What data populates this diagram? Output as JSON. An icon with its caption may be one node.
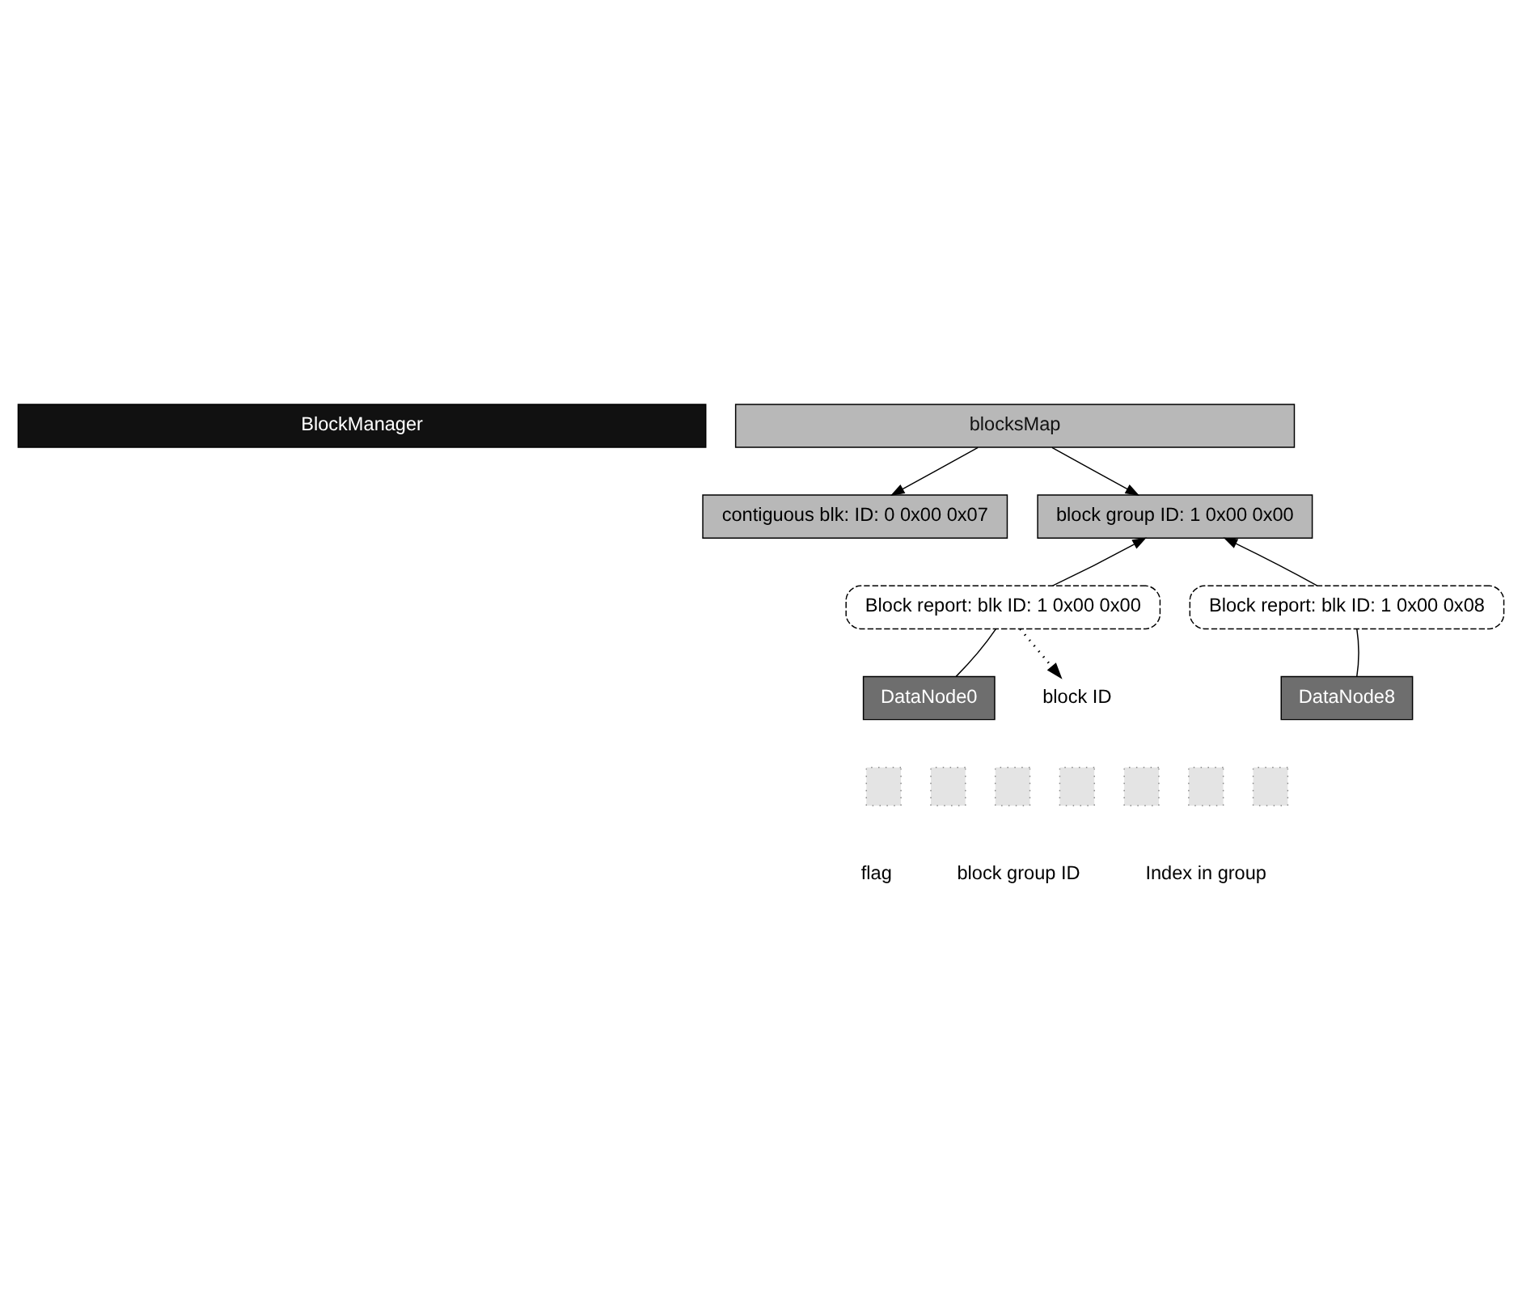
{
  "diagram": {
    "nodes": [
      {
        "text": [
          "BlockManager"
        ]
      },
      {
        "text": [
          "blocksMap"
        ]
      },
      {
        "text": [
          "contiguous blk: ID: 0 0x00 0x07"
        ]
      },
      {
        "text": [
          "block group ID: 1 0x00 0x00"
        ]
      },
      {
        "text": [
          "Block report: blk ID: 1 0x00 0x00"
        ]
      },
      {
        "text": [
          "Block report: blk ID: 1 0x00 0x08"
        ]
      },
      {
        "text": [
          "DataNode0"
        ]
      },
      {
        "text": [
          "DataNode8"
        ]
      },
      {
        "text": [
          "block ID"
        ]
      },
      {
        "text": [],
        "shape": "box"
      },
      {
        "text": [],
        "shape": "box"
      },
      {
        "text": [],
        "shape": "box"
      },
      {
        "text": [],
        "shape": "box"
      },
      {
        "text": [],
        "shape": "box"
      },
      {
        "text": [],
        "shape": "box"
      },
      {
        "text": [],
        "shape": "box"
      }
    ],
    "edges": [
      {
        "from": 1,
        "to": 2,
        "arrow": "to"
      },
      {
        "from": 1,
        "to": 3,
        "arrow": "to"
      },
      {
        "from": 4,
        "to": 3,
        "arrow": "to"
      },
      {
        "from": 5,
        "to": 3,
        "arrow": "to"
      },
      {
        "from": 6,
        "to": 4,
        "arrow": "none"
      },
      {
        "from": 7,
        "to": 5,
        "arrow": "none"
      },
      {
        "from": 4,
        "to": 8,
        "arrow": "to",
        "style": "dashed"
      }
    ],
    "labels": [
      "flag",
      "block group ID",
      "Index in group"
    ]
  }
}
